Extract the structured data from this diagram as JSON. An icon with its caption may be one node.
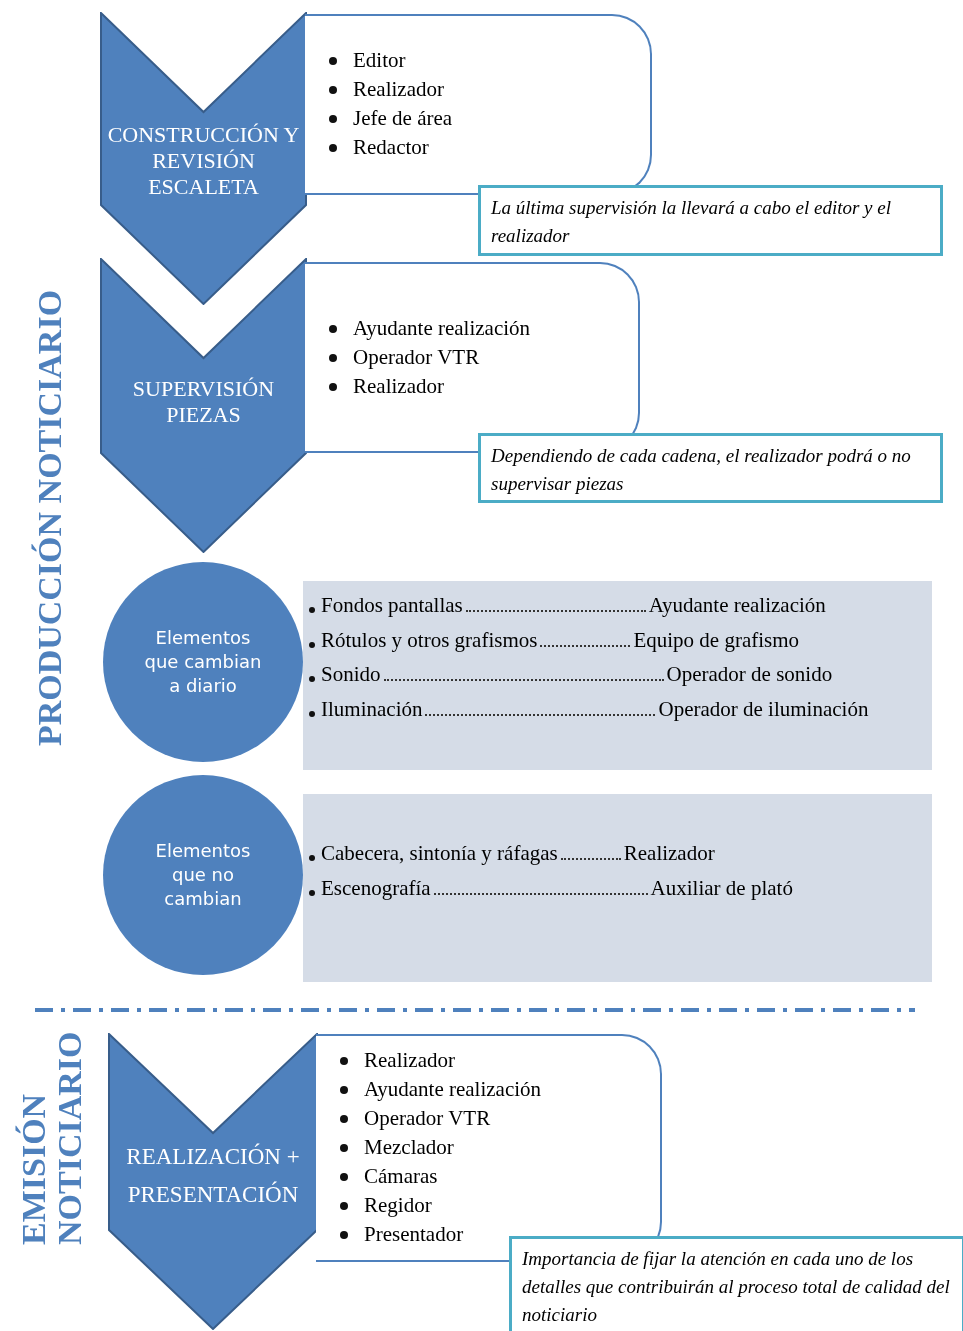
{
  "diagram": {
    "nodes": [
      {
        "text": [
          "CONSTRUCCIÓN Y REVISIÓN ESCALETA"
        ]
      },
      {
        "text": [
          "Editor",
          "Realizador",
          "Jefe de área",
          "Redactor"
        ]
      },
      {
        "text": [
          "La última supervisión la llevará a cabo el editor y el realizador"
        ]
      },
      {
        "text": [
          "SUPERVISIÓN PIEZAS"
        ]
      },
      {
        "text": [
          "Ayudante realización",
          "Operador VTR",
          "Realizador"
        ]
      },
      {
        "text": [
          "Dependiendo de cada cadena, el realizador podrá o no supervisar piezas"
        ]
      },
      {
        "text": [
          "Elementos que cambian a diario"
        ]
      },
      {
        "text": [
          "Fondos pantallas",
          "Ayudante realización",
          "Rótulos y otros grafismos",
          "Equipo de grafismo",
          "Sonido",
          "Operador de sonido",
          "Iluminación",
          "Operador de iluminación"
        ]
      },
      {
        "text": [
          "Elementos que no cambian"
        ]
      },
      {
        "text": [
          "Cabecera, sintonía y ráfagas",
          "Realizador",
          "Escenografía",
          "Auxiliar de plató"
        ]
      },
      {
        "text": [
          "REALIZACIÓN + PRESENTACIÓN"
        ]
      },
      {
        "text": [
          "Realizador",
          "Ayudante realización",
          "Operador VTR",
          "Mezclador",
          "Cámaras",
          "Regidor",
          "Presentador"
        ]
      },
      {
        "text": [
          "Importancia de fijar la atención en cada uno de los detalles que contribuirán al proceso total de calidad del noticiario"
        ]
      }
    ],
    "labels": [
      "PRODUCCIÓN NOTICIARIO",
      "EMISIÓN NOTICIARIO"
    ]
  }
}
